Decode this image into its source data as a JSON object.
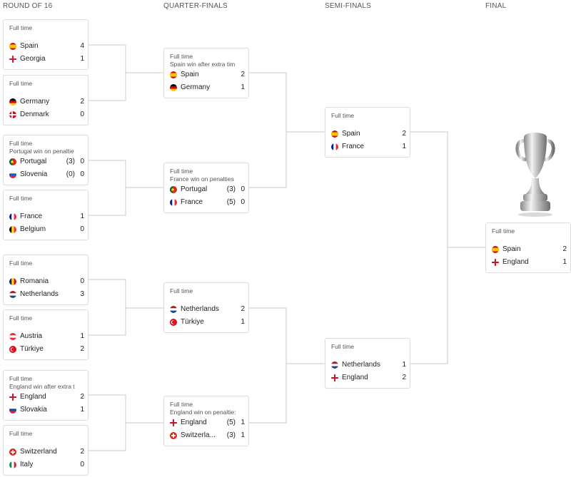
{
  "rounds": [
    "ROUND OF 16",
    "QUARTER-FINALS",
    "SEMI-FINALS",
    "FINAL"
  ],
  "matches": {
    "r16_1": {
      "status": "Full time",
      "note": "",
      "teams": [
        {
          "name": "Spain",
          "pen": "",
          "score": "4",
          "flag": "spain-flag-icon"
        },
        {
          "name": "Georgia",
          "pen": "",
          "score": "1",
          "flag": "georgia-flag-icon"
        }
      ]
    },
    "r16_2": {
      "status": "Full time",
      "note": "",
      "teams": [
        {
          "name": "Germany",
          "pen": "",
          "score": "2",
          "flag": "germany-flag-icon"
        },
        {
          "name": "Denmark",
          "pen": "",
          "score": "0",
          "flag": "denmark-flag-icon"
        }
      ]
    },
    "r16_3": {
      "status": "Full time",
      "note": "Portugal win on penaltie",
      "teams": [
        {
          "name": "Portugal",
          "pen": "(3)",
          "score": "0",
          "flag": "portugal-flag-icon"
        },
        {
          "name": "Slovenia",
          "pen": "(0)",
          "score": "0",
          "flag": "slovenia-flag-icon"
        }
      ]
    },
    "r16_4": {
      "status": "Full time",
      "note": "",
      "teams": [
        {
          "name": "France",
          "pen": "",
          "score": "1",
          "flag": "france-flag-icon"
        },
        {
          "name": "Belgium",
          "pen": "",
          "score": "0",
          "flag": "belgium-flag-icon"
        }
      ]
    },
    "r16_5": {
      "status": "Full time",
      "note": "",
      "teams": [
        {
          "name": "Romania",
          "pen": "",
          "score": "0",
          "flag": "romania-flag-icon"
        },
        {
          "name": "Netherlands",
          "pen": "",
          "score": "3",
          "flag": "netherlands-flag-icon"
        }
      ]
    },
    "r16_6": {
      "status": "Full time",
      "note": "",
      "teams": [
        {
          "name": "Austria",
          "pen": "",
          "score": "1",
          "flag": "austria-flag-icon"
        },
        {
          "name": "Türkiye",
          "pen": "",
          "score": "2",
          "flag": "turkiye-flag-icon"
        }
      ]
    },
    "r16_7": {
      "status": "Full time",
      "note": "England win after extra t",
      "teams": [
        {
          "name": "England",
          "pen": "",
          "score": "2",
          "flag": "england-flag-icon"
        },
        {
          "name": "Slovakia",
          "pen": "",
          "score": "1",
          "flag": "slovakia-flag-icon"
        }
      ]
    },
    "r16_8": {
      "status": "Full time",
      "note": "",
      "teams": [
        {
          "name": "Switzerland",
          "pen": "",
          "score": "2",
          "flag": "switzerland-flag-icon"
        },
        {
          "name": "Italy",
          "pen": "",
          "score": "0",
          "flag": "italy-flag-icon"
        }
      ]
    },
    "qf_1": {
      "status": "Full time",
      "note": "Spain win after extra tim",
      "teams": [
        {
          "name": "Spain",
          "pen": "",
          "score": "2",
          "flag": "spain-flag-icon"
        },
        {
          "name": "Germany",
          "pen": "",
          "score": "1",
          "flag": "germany-flag-icon"
        }
      ]
    },
    "qf_2": {
      "status": "Full time",
      "note": "France win on penalties",
      "teams": [
        {
          "name": "Portugal",
          "pen": "(3)",
          "score": "0",
          "flag": "portugal-flag-icon"
        },
        {
          "name": "France",
          "pen": "(5)",
          "score": "0",
          "flag": "france-flag-icon"
        }
      ]
    },
    "qf_3": {
      "status": "Full time",
      "note": "",
      "teams": [
        {
          "name": "Netherlands",
          "pen": "",
          "score": "2",
          "flag": "netherlands-flag-icon"
        },
        {
          "name": "Türkiye",
          "pen": "",
          "score": "1",
          "flag": "turkiye-flag-icon"
        }
      ]
    },
    "qf_4": {
      "status": "Full time",
      "note": "England win on penaltie:",
      "teams": [
        {
          "name": "England",
          "pen": "(5)",
          "score": "1",
          "flag": "england-flag-icon"
        },
        {
          "name": "Switzerla...",
          "pen": "(3)",
          "score": "1",
          "flag": "switzerland-flag-icon"
        }
      ]
    },
    "sf_1": {
      "status": "Full time",
      "note": "",
      "teams": [
        {
          "name": "Spain",
          "pen": "",
          "score": "2",
          "flag": "spain-flag-icon"
        },
        {
          "name": "France",
          "pen": "",
          "score": "1",
          "flag": "france-flag-icon"
        }
      ]
    },
    "sf_2": {
      "status": "Full time",
      "note": "",
      "teams": [
        {
          "name": "Netherlands",
          "pen": "",
          "score": "1",
          "flag": "netherlands-flag-icon"
        },
        {
          "name": "England",
          "pen": "",
          "score": "2",
          "flag": "england-flag-icon"
        }
      ]
    },
    "final": {
      "status": "Full time",
      "note": "",
      "teams": [
        {
          "name": "Spain",
          "pen": "",
          "score": "2",
          "flag": "spain-flag-icon"
        },
        {
          "name": "England",
          "pen": "",
          "score": "1",
          "flag": "england-flag-icon"
        }
      ]
    }
  },
  "colors": {
    "connector": "#c8c8c8",
    "card_border": "#dcdcdc",
    "text": "#222222",
    "muted": "#555555"
  }
}
